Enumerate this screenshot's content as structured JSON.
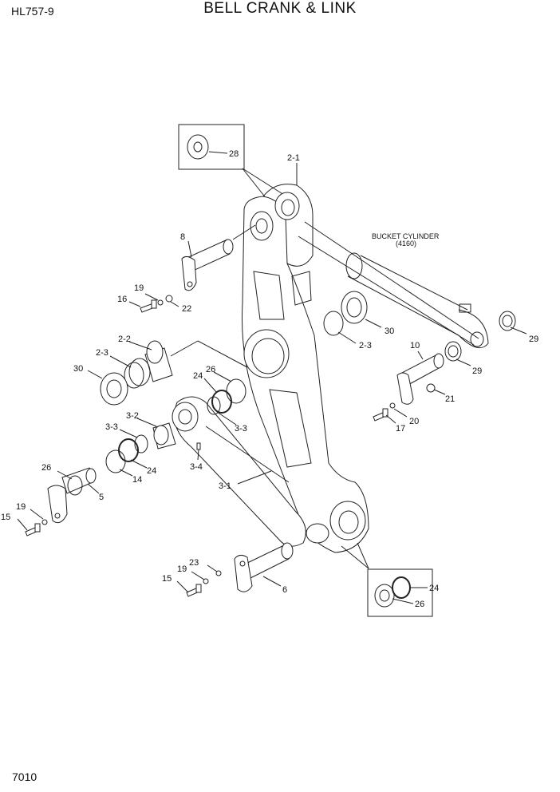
{
  "header": {
    "model": "HL757-9",
    "title": "BELL CRANK & LINK"
  },
  "footer": {
    "page_number": "7010"
  },
  "annotation": {
    "line1": "BUCKET CYLINDER",
    "line2": "(4160)"
  },
  "callouts": {
    "c28": "28",
    "c2_1": "2-1",
    "c8": "8",
    "c19a": "19",
    "c16": "16",
    "c22": "22",
    "c30a": "30",
    "c2_3a": "2-3",
    "c29a": "29",
    "c29b": "29",
    "c10": "10",
    "c2_2": "2-2",
    "c2_3b": "2-3",
    "c30b": "30",
    "c24a": "24",
    "c26a": "26",
    "c21": "21",
    "c20": "20",
    "c17": "17",
    "c3_2": "3-2",
    "c3_3a": "3-3",
    "c3_3b": "3-3",
    "c24b": "24",
    "c14": "14",
    "c3_4": "3-4",
    "c26b": "26",
    "c5": "5",
    "c3_1": "3-1",
    "c19b": "19",
    "c15a": "15",
    "c23": "23",
    "c19c": "19",
    "c15b": "15",
    "c6": "6",
    "c24c": "24",
    "c26c": "26"
  }
}
